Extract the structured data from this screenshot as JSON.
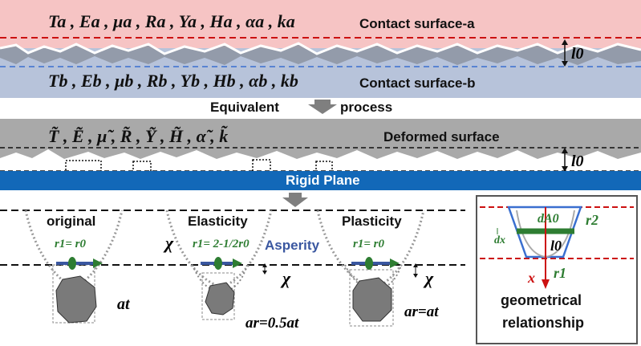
{
  "surface_a": {
    "params": "Ta , Ea , μa , Ra , Ya , Ha , αa , ka",
    "label": "Contact surface-a"
  },
  "surface_b": {
    "params": "Tb , Eb , μb , Rb , Yb , Hb , αb , kb",
    "label": "Contact surface-b"
  },
  "separation_label": "l0",
  "equivalent_label": "Equivalent",
  "process_label": "process",
  "deformed": {
    "params": "T̃ , Ẽ , μ̃ , R̃ , Ỹ , H̃ , α̃ , k̃",
    "label": "Deformed surface"
  },
  "rigid_plane_label": "Rigid Plane",
  "bottom": {
    "original_label": "original",
    "original_radius": "r1= r0",
    "elasticity_label": "Elasticity",
    "elasticity_radius": "r1= 2-1/2r0",
    "asperity_label": "Asperity",
    "plasticity_label": "Plasticity",
    "plasticity_radius": "r1= r0",
    "chi": "χ",
    "at_label": "at",
    "ar_elastic": "ar=0.5at",
    "ar_plastic": "ar=at"
  },
  "geometry_box": {
    "dA0": "dA0",
    "r2": "r2",
    "dx": "dx",
    "l0": "l0",
    "x": "x",
    "r1": "r1",
    "caption_line1": "geometrical",
    "caption_line2": "relationship"
  },
  "colors": {
    "surface_a": "#f4b8b8",
    "surface_b": "#b4c0d8",
    "deformed": "#a8a8a8",
    "rigid_plane": "#1268b8",
    "asperity_arrow": "#3a57a0",
    "green": "#2e7d32",
    "red_dash": "#cc1111"
  }
}
